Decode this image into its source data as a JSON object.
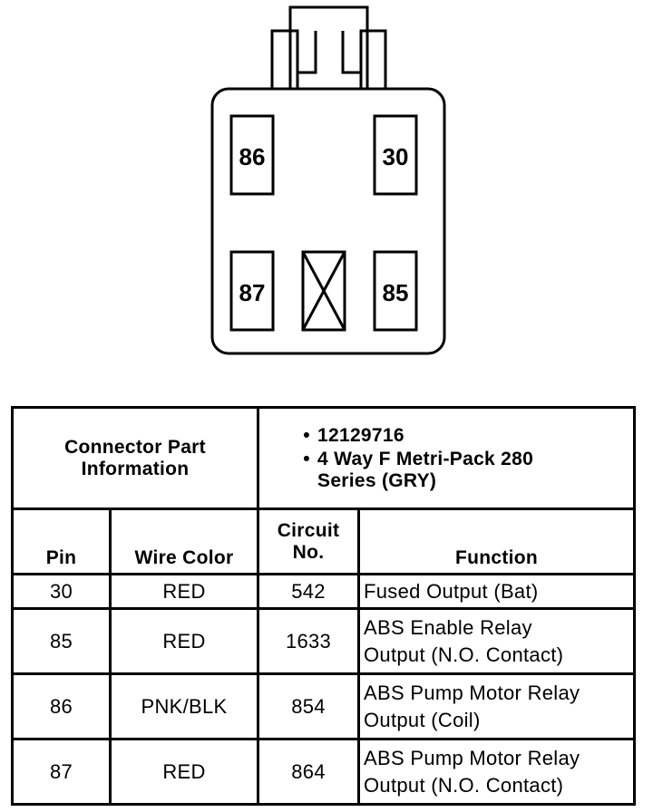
{
  "connector": {
    "pins": {
      "top_left": "86",
      "top_right": "30",
      "bottom_left": "87",
      "bottom_right": "85"
    }
  },
  "part_info": {
    "label_line1": "Connector Part",
    "label_line2": "Information",
    "bullets": [
      "12129716",
      "4 Way F Metri-Pack 280 Series (GRY)"
    ],
    "bullet_symbol": "•"
  },
  "table": {
    "headers": {
      "pin": "Pin",
      "wire_color": "Wire Color",
      "circuit_line1": "Circuit",
      "circuit_line2": "No.",
      "function": "Function"
    },
    "rows": [
      {
        "pin": "30",
        "wire_color": "RED",
        "circuit": "542",
        "function_line1": "Fused Output (Bat)",
        "function_line2": ""
      },
      {
        "pin": "85",
        "wire_color": "RED",
        "circuit": "1633",
        "function_line1": "ABS Enable Relay",
        "function_line2": "Output (N.O. Contact)"
      },
      {
        "pin": "86",
        "wire_color": "PNK/BLK",
        "circuit": "854",
        "function_line1": "ABS Pump Motor Relay",
        "function_line2": "Output (Coil)"
      },
      {
        "pin": "87",
        "wire_color": "RED",
        "circuit": "864",
        "function_line1": "ABS Pump Motor Relay",
        "function_line2": "Output (N.O. Contact)"
      }
    ]
  }
}
